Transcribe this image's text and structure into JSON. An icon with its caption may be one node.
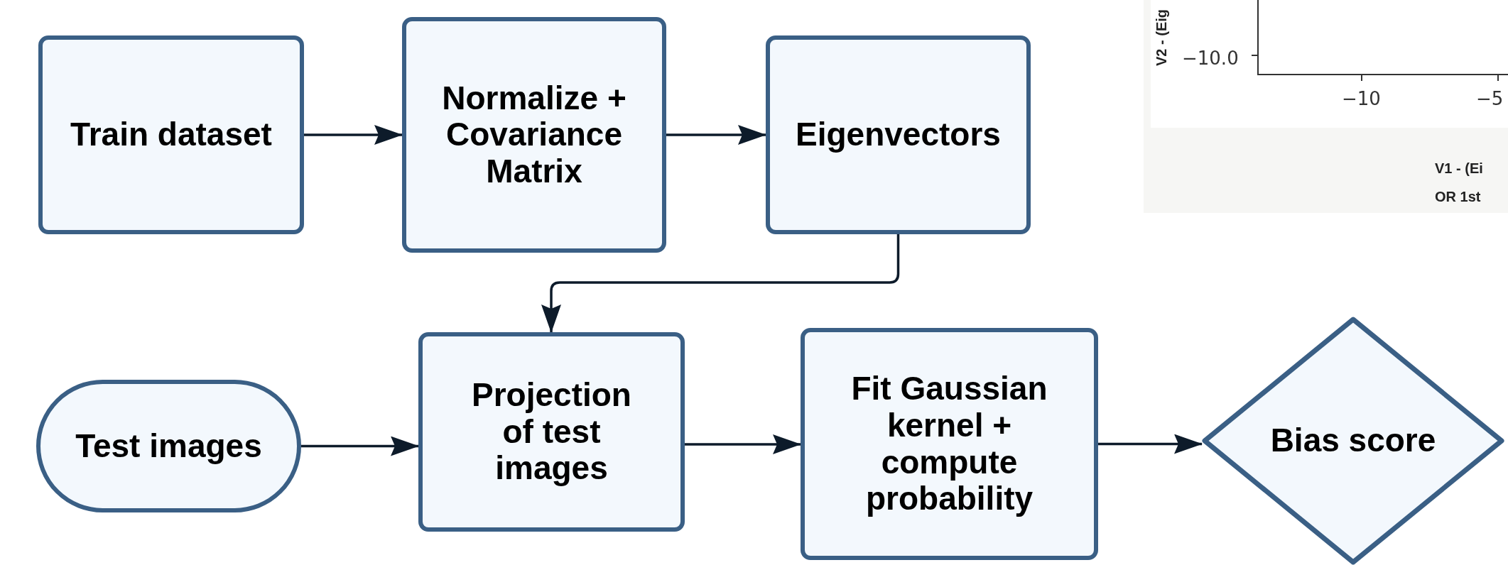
{
  "diagram": {
    "nodes": [
      {
        "text": [
          "Train dataset"
        ]
      },
      {
        "text": [
          "Normalize + Covariance Matrix"
        ]
      },
      {
        "text": [
          "Eigenvectors"
        ]
      },
      {
        "text": [
          "Test images"
        ]
      },
      {
        "text": [
          "Projection of test images"
        ]
      },
      {
        "text": [
          "Fit Gaussian kernel + compute probability"
        ]
      },
      {
        "text": [
          "Bias score"
        ]
      }
    ],
    "edges": [
      {
        "from": 0,
        "to": 1,
        "arrow": "to"
      },
      {
        "from": 1,
        "to": 2,
        "arrow": "to"
      },
      {
        "from": 2,
        "to": 4,
        "arrow": "to"
      },
      {
        "from": 3,
        "to": 4,
        "arrow": "to"
      },
      {
        "from": 4,
        "to": 5,
        "arrow": "to"
      },
      {
        "from": 5,
        "to": 6,
        "arrow": "to"
      }
    ],
    "labels": [
      "V2 - (Eig",
      "−10.0",
      "−10",
      "−5",
      "V1 - (Ei",
      "OR 1st"
    ]
  }
}
